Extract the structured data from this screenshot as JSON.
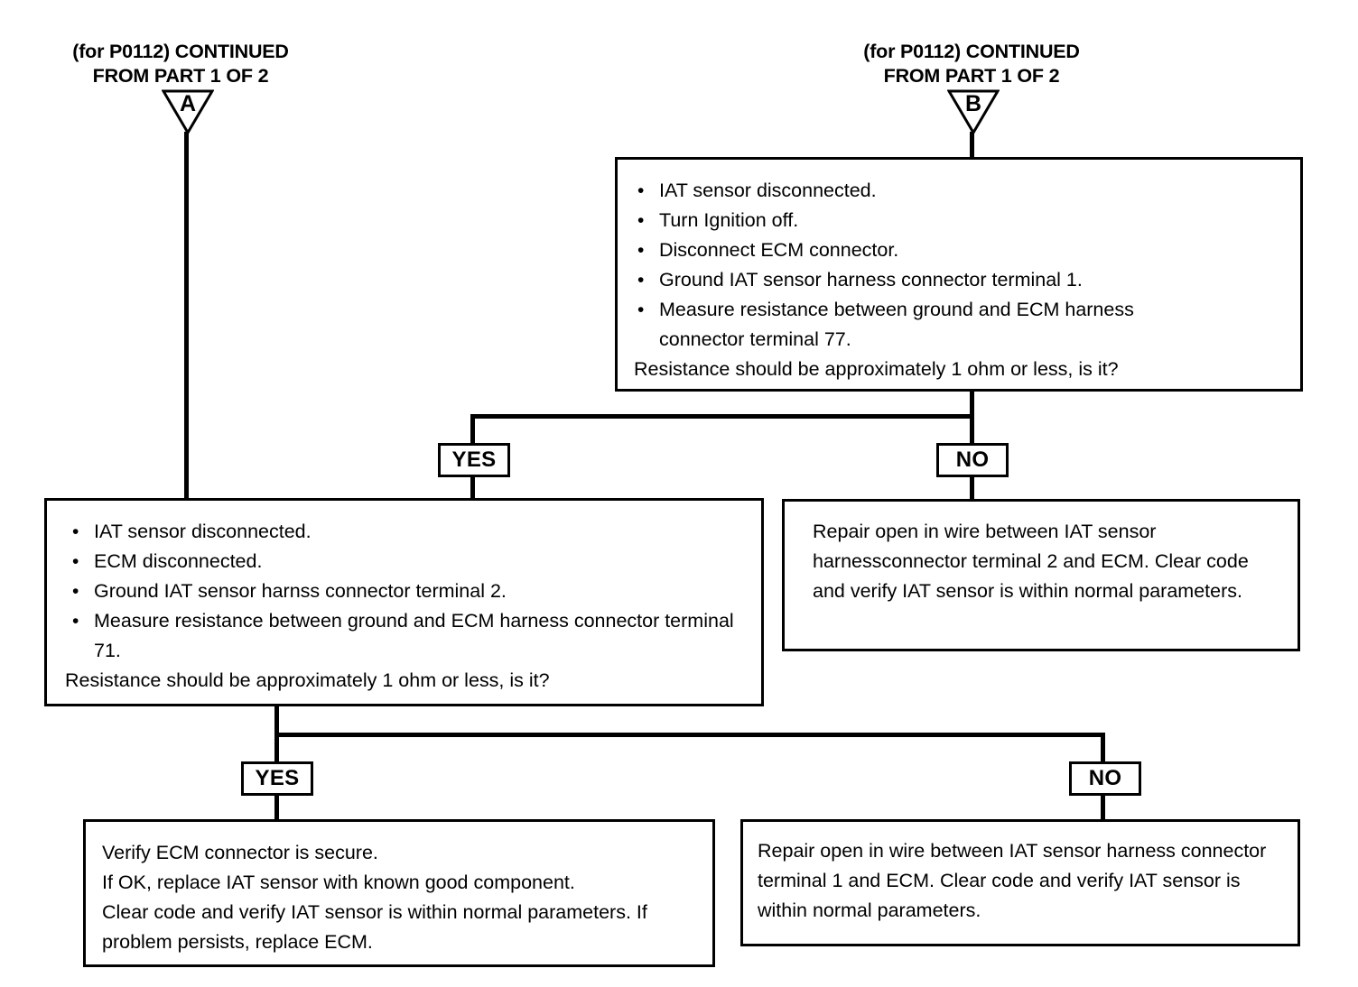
{
  "headers": {
    "left": "(for P0112) CONTINUED\nFROM PART 1 OF 2",
    "right": "(for P0112) CONTINUED\nFROM PART 1 OF 2"
  },
  "connectors": {
    "a": "A",
    "b": "B"
  },
  "boxes": {
    "top_right": {
      "bullets": [
        "IAT sensor disconnected.",
        "Turn Ignition off.",
        "Disconnect ECM connector.",
        "Ground IAT sensor harness connector terminal 1.",
        "Measure resistance between ground and ECM harness connector terminal 77."
      ],
      "question": "Resistance should be approximately 1 ohm or less, is it?"
    },
    "mid_left": {
      "bullets": [
        "IAT sensor disconnected.",
        "ECM disconnected.",
        "Ground IAT sensor harnss connector terminal 2.",
        "Measure resistance between ground and ECM harness connector terminal 71."
      ],
      "question": "Resistance should be approximately 1 ohm or less, is it?"
    },
    "mid_right": {
      "text": "Repair open in wire between IAT sensor harnessconnector terminal 2 and ECM. Clear code and verify IAT sensor is within normal parameters."
    },
    "bottom_left": {
      "text": "Verify ECM connector is secure.\nIf OK, replace IAT sensor with known good component.\nClear code and verify IAT sensor is within normal parameters. If problem persists, replace ECM."
    },
    "bottom_right": {
      "text": "Repair open in wire between IAT sensor harness connector terminal 1 and ECM. Clear code and verify IAT sensor is within normal parameters."
    }
  },
  "branches": {
    "upper_yes": "YES",
    "upper_no": "NO",
    "lower_yes": "YES",
    "lower_no": "NO"
  },
  "colors": {
    "ink": "#000000",
    "paper": "#ffffff"
  }
}
